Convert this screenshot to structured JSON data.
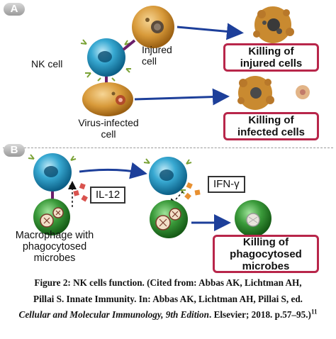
{
  "panels": {
    "a": {
      "letter": "A",
      "nk_cell_label": "NK cell",
      "injured_label": [
        "Injured",
        "cell"
      ],
      "virus_label": [
        "Virus-infected",
        "cell"
      ],
      "outcome1": [
        "Killing of",
        "injured cells"
      ],
      "outcome2": [
        "Killing of",
        "infected cells"
      ]
    },
    "b": {
      "letter": "B",
      "cytokine1": "IL-12",
      "cytokine2": "IFN-γ",
      "macrophage_label": [
        "Macrophage with",
        "phagocytosed",
        "microbes"
      ],
      "outcome": [
        "Killing of",
        "phagocytosed",
        "microbes"
      ]
    }
  },
  "caption": {
    "line1": "Figure 2: NK cells function. (Cited from: Abbas AK, Lichtman AH,",
    "line2": "Pillai S. Innate Immunity. In: Abbas AK, Lichtman AH, Pillai S, ed.",
    "line3_italic": "Cellular and Molecular Immunology, 9th Edition",
    "line3_rest": ". Elsevier; 2018. p.57–95.)",
    "superscript": "11"
  },
  "colors": {
    "nk_cell": "#2e9fc7",
    "target_cell": "#d89a3a",
    "macrophage": "#3a9a3a",
    "arrow": "#1d3f9a",
    "outcome_border": "#b8264a",
    "cytokine": "#d9534f",
    "ifn": "#e89030"
  }
}
